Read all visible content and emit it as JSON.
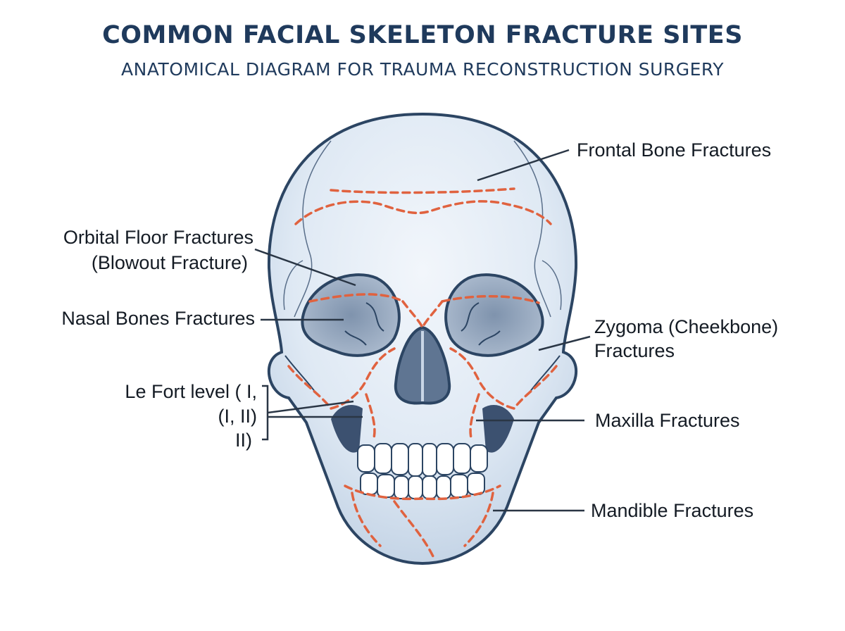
{
  "title": "COMMON FACIAL SKELETON FRACTURE SITES",
  "subtitle": "ANATOMICAL DIAGRAM FOR TRAUMA RECONSTRUCTION SURGERY",
  "labels": {
    "frontal": "Frontal Bone Fractures",
    "orbital_line1": "Orbital Floor Fractures",
    "orbital_line2": "(Blowout Fracture)",
    "nasal": "Nasal Bones Fractures",
    "zygoma_line1": "Zygoma (Cheekbone)",
    "zygoma_line2": "Fractures",
    "lefort_line1": "Le Fort level ( I,",
    "lefort_line2": "(I, II)",
    "lefort_line3": "II)",
    "maxilla": "Maxilla Fractures",
    "mandible": "Mandible Fractures"
  },
  "colors": {
    "title": "#1f3a5c",
    "bone_fill": "#dfe9f4",
    "bone_outline": "#2c4563",
    "fracture_line": "#e0623f",
    "leader_line": "#2a3645"
  }
}
